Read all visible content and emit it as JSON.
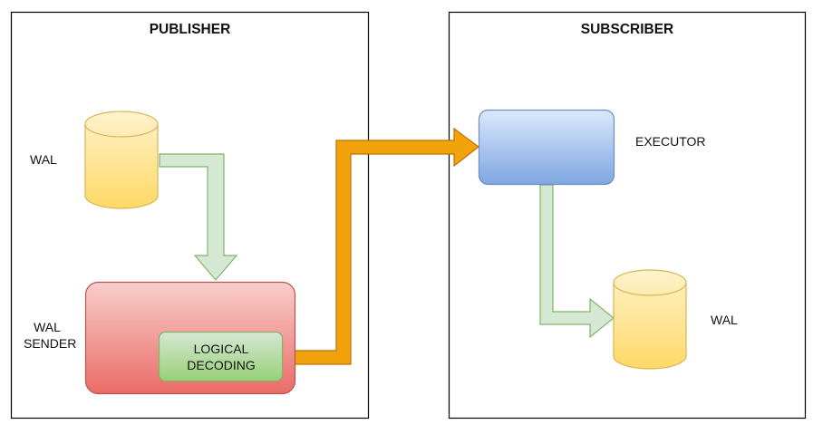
{
  "publisher": {
    "title": "PUBLISHER",
    "wal_label": "WAL",
    "sender_label_line1": "WAL",
    "sender_label_line2": "SENDER",
    "decoding_line1": "LOGICAL",
    "decoding_line2": "DECODING"
  },
  "subscriber": {
    "title": "SUBSCRIBER",
    "executor_label": "EXECUTOR",
    "wal_label": "WAL"
  },
  "colors": {
    "cylinder_top": "#fff2cc",
    "cylinder_bottom": "#ffd966",
    "cylinder_stroke": "#d6b656",
    "sender_top": "#f8cecc",
    "sender_bottom": "#ea6b66",
    "sender_stroke": "#b85450",
    "decoding_top": "#d5e8d4",
    "decoding_bottom": "#97d077",
    "decoding_stroke": "#82b366",
    "executor_top": "#dae8fc",
    "executor_bottom": "#7ea6e0",
    "executor_stroke": "#6c8ebf",
    "green_arrow_fill": "#d5e8d4",
    "green_arrow_stroke": "#82b366",
    "orange_arrow_fill": "#f0a30a",
    "orange_arrow_stroke": "#bd7000"
  }
}
